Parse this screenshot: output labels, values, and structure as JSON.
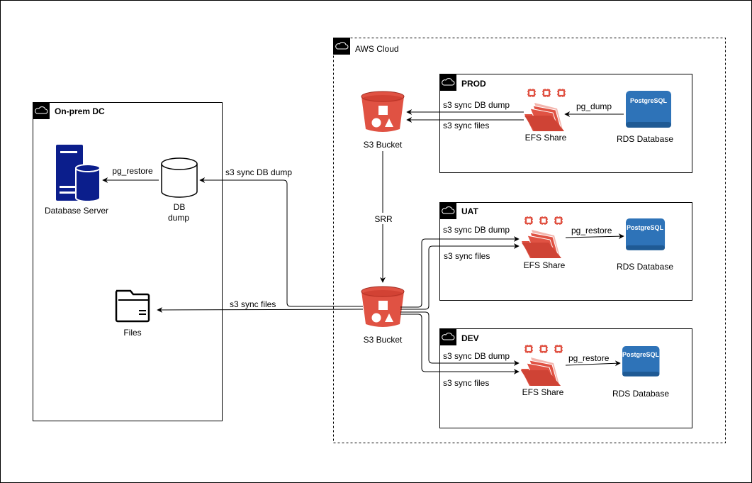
{
  "colors": {
    "aws_red": "#E05243",
    "rds_blue": "#2E73B8",
    "server_navy": "#0B1E8C"
  },
  "aws_cloud": {
    "title": "AWS Cloud"
  },
  "onprem": {
    "title": "On-prem DC",
    "db_server_label": "Database Server",
    "db_dump_label_1": "DB",
    "db_dump_label_2": "dump",
    "files_label": "Files",
    "pg_restore_label": "pg_restore"
  },
  "s3_top": {
    "label": "S3 Bucket"
  },
  "s3_bottom": {
    "label": "S3 Bucket"
  },
  "srr_label": "SRR",
  "onprem_edges": {
    "db_dump": "s3 sync DB dump",
    "files": "s3 sync files"
  },
  "envs": [
    {
      "title": "PROD",
      "efs_label": "EFS Share",
      "rds_label": "RDS Database",
      "rds_engine": "PostgreSQL",
      "db_edge": "s3 sync DB dump",
      "files_edge": "s3 sync files",
      "pg_edge": "pg_dump"
    },
    {
      "title": "UAT",
      "efs_label": "EFS Share",
      "rds_label": "RDS Database",
      "rds_engine": "PostgreSQL",
      "db_edge": "s3 sync DB dump",
      "files_edge": "s3 sync files",
      "pg_edge": "pg_restore"
    },
    {
      "title": "DEV",
      "efs_label": "EFS Share",
      "rds_label": "RDS Database",
      "rds_engine": "PostgreSQL",
      "db_edge": "s3 sync DB dump",
      "files_edge": "s3 sync files",
      "pg_edge": "pg_restore"
    }
  ]
}
